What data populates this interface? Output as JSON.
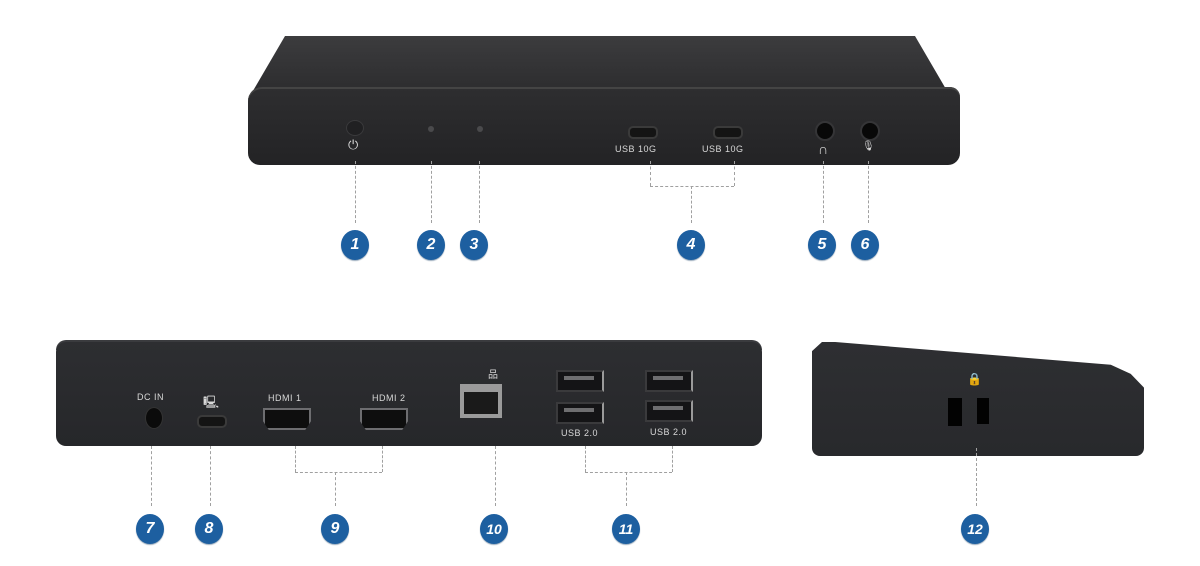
{
  "front_panel": {
    "power_icon": "⏻",
    "usb_c_label_1": "USB 10G",
    "usb_c_label_2": "USB 10G",
    "headphone_icon": "∩",
    "mic_icon": "🎙"
  },
  "rear_panel": {
    "dc_in_label": "DC IN",
    "host_icon": "🖳",
    "hdmi1_label": "HDMI 1",
    "hdmi2_label": "HDMI 2",
    "lan_icon": "品",
    "usb_a_label_1": "USB 2.0",
    "usb_a_label_2": "USB 2.0"
  },
  "side_panel": {
    "lock_icon": "🔒"
  },
  "callouts": [
    "1",
    "2",
    "3",
    "4",
    "5",
    "6",
    "7",
    "8",
    "9",
    "10",
    "11",
    "12"
  ],
  "colors": {
    "callout_badge": "#1d5fa0",
    "device_body": "#2a2a2c",
    "leader_line": "#a0a0a0"
  }
}
